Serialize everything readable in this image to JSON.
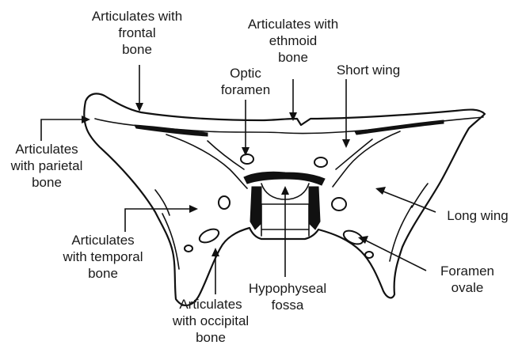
{
  "labels": {
    "frontal": "Articulates with\nfrontal\nbone",
    "ethmoid": "Articulates with\nethmoid\nbone",
    "optic_foramen": "Optic\nforamen",
    "short_wing": "Short wing",
    "parietal": "Articulates\nwith parietal\nbone",
    "long_wing": "Long wing",
    "temporal": "Articulates\nwith temporal\nbone",
    "hypophyseal_fossa": "Hypophyseal\nfossa",
    "foramen_ovale": "Foramen\novale",
    "occipital": "Articulates\nwith occipital\nbone"
  },
  "colors": {
    "ink": "#111111",
    "background": "#ffffff"
  }
}
